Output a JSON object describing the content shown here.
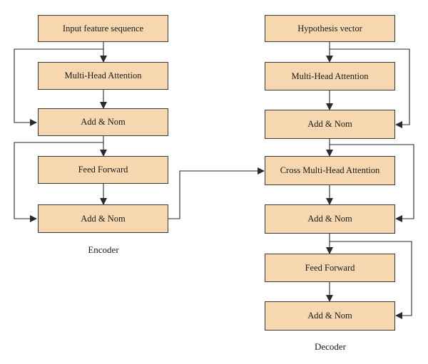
{
  "encoder": {
    "label": "Encoder",
    "blocks": [
      "Input feature sequence",
      "Multi-Head Attention",
      "Add & Nom",
      "Feed Forward",
      "Add & Nom"
    ]
  },
  "decoder": {
    "label": "Decoder",
    "blocks": [
      "Hypothesis vector",
      "Multi-Head Attention",
      "Add & Nom",
      "Cross Multi-Head Attention",
      "Add & Nom",
      "Feed Forward",
      "Add & Nom"
    ]
  },
  "colors": {
    "block_fill": "#f7d7b0",
    "stroke": "#3a3a3a"
  }
}
